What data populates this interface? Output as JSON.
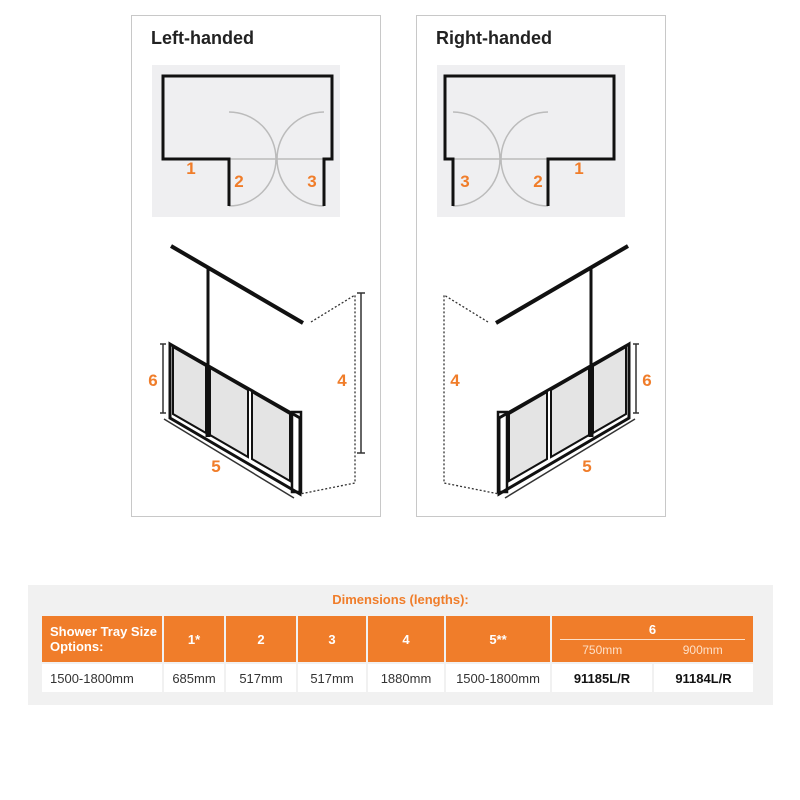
{
  "panels": [
    {
      "title": "Left-handed",
      "plan_labels": [
        "1",
        "2",
        "3"
      ],
      "iso_labels": [
        "4",
        "5",
        "6"
      ]
    },
    {
      "title": "Right-handed",
      "plan_labels": [
        "1",
        "2",
        "3"
      ],
      "iso_labels": [
        "4",
        "5",
        "6"
      ]
    }
  ],
  "table": {
    "title": "Dimensions (lengths):",
    "headers": [
      "Shower Tray Size Options:",
      "1*",
      "2",
      "3",
      "4",
      "5**",
      "6"
    ],
    "sub_headers": [
      "750mm",
      "900mm"
    ],
    "row": [
      "1500-1800mm",
      "685mm",
      "517mm",
      "517mm",
      "1880mm",
      "1500-1800mm",
      "91185L/R",
      "91184L/R"
    ]
  },
  "colors": {
    "accent": "#f07d2a",
    "plan_bg": "#efeff1"
  }
}
